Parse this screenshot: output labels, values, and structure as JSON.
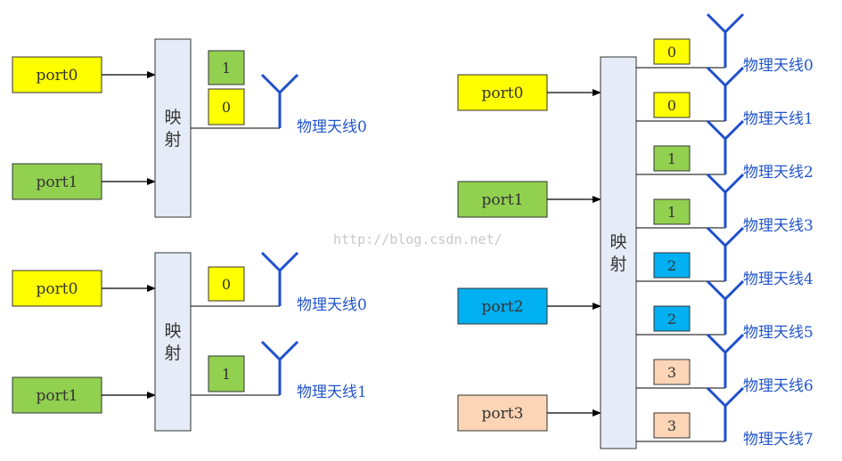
{
  "colors": {
    "yellow": "#ffff00",
    "green": "#92d050",
    "blue": "#00b0f0",
    "peach": "#fbd5b5",
    "mapper": "#e6ecf7",
    "antenna": "#1f4fcc",
    "label": "#2255cc"
  },
  "watermark": "http://blog.csdn.net/",
  "diagram_a": {
    "ports": [
      "port0",
      "port1"
    ],
    "mapper": [
      "映",
      "射"
    ],
    "symbols": [
      "1",
      "0"
    ],
    "antennas": [
      "物理天线0"
    ]
  },
  "diagram_b": {
    "ports": [
      "port0",
      "port1"
    ],
    "mapper": [
      "映",
      "射"
    ],
    "symbols": [
      "0",
      "1"
    ],
    "antennas": [
      "物理天线0",
      "物理天线1"
    ]
  },
  "diagram_c": {
    "ports": [
      "port0",
      "port1",
      "port2",
      "port3"
    ],
    "mapper": [
      "映",
      "射"
    ],
    "symbols": [
      "0",
      "0",
      "1",
      "1",
      "2",
      "2",
      "3",
      "3"
    ],
    "antennas": [
      "物理天线0",
      "物理天线1",
      "物理天线2",
      "物理天线3",
      "物理天线4",
      "物理天线5",
      "物理天线6",
      "物理天线7"
    ]
  }
}
